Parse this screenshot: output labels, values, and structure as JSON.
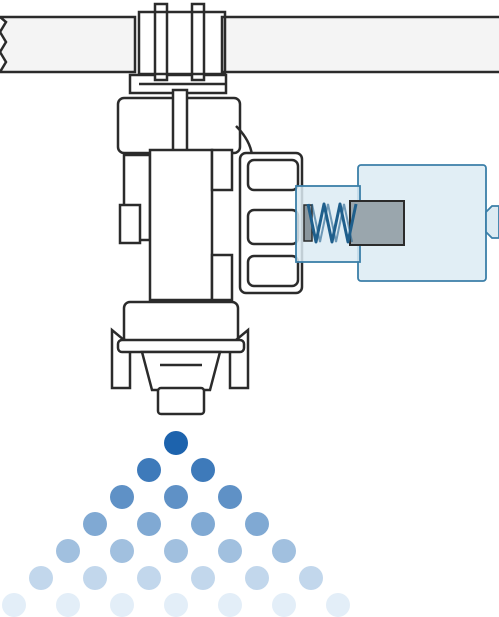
{
  "colors": {
    "outline": "#2b2b2b",
    "pipe_fill": "#f4f4f4",
    "body_fill": "#ffffff",
    "solenoid_fill": "#dcebf3",
    "solenoid_stroke": "#3b7fa8",
    "plunger_fill": "#9aa6ad",
    "spring": "#1f5f8c",
    "droplet_dark": "#1d63ad",
    "droplet_light": "#e3eef8"
  },
  "spray": {
    "rows": [
      1,
      2,
      3,
      4,
      5,
      6,
      7
    ]
  }
}
